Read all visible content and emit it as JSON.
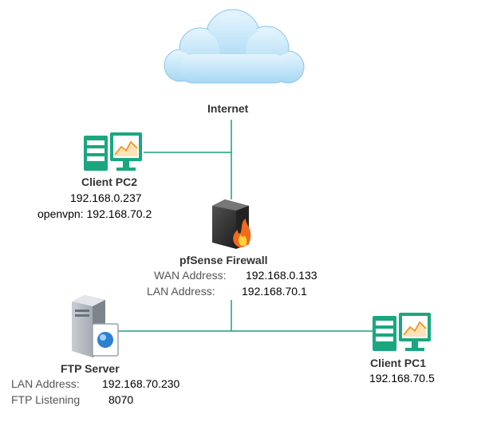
{
  "internet": {
    "label": "Internet"
  },
  "client_pc2": {
    "name": "Client PC2",
    "ip": "192.168.0.237",
    "vpn_line": "openvpn: 192.168.70.2"
  },
  "firewall": {
    "name": "pfSense Firewall",
    "wan_label": "WAN Address:",
    "wan_value": "192.168.0.133",
    "lan_label": "LAN Address:",
    "lan_value": "192.168.70.1"
  },
  "ftp_server": {
    "name": "FTP Server",
    "lan_label": "LAN Address:",
    "lan_value": "192.168.70.230",
    "listen_label": "FTP Listening",
    "listen_value": "8070"
  },
  "client_pc1": {
    "name": "Client PC1",
    "ip": "192.168.70.5"
  },
  "colors": {
    "line": "#18a07c",
    "pc_green": "#1aa77f",
    "cloud": "#bfe3f7",
    "flame": "#f26a1b"
  },
  "icons": {
    "cloud": "cloud-icon",
    "pc": "desktop-pc-icon",
    "firewall": "firewall-icon",
    "server": "server-icon"
  }
}
